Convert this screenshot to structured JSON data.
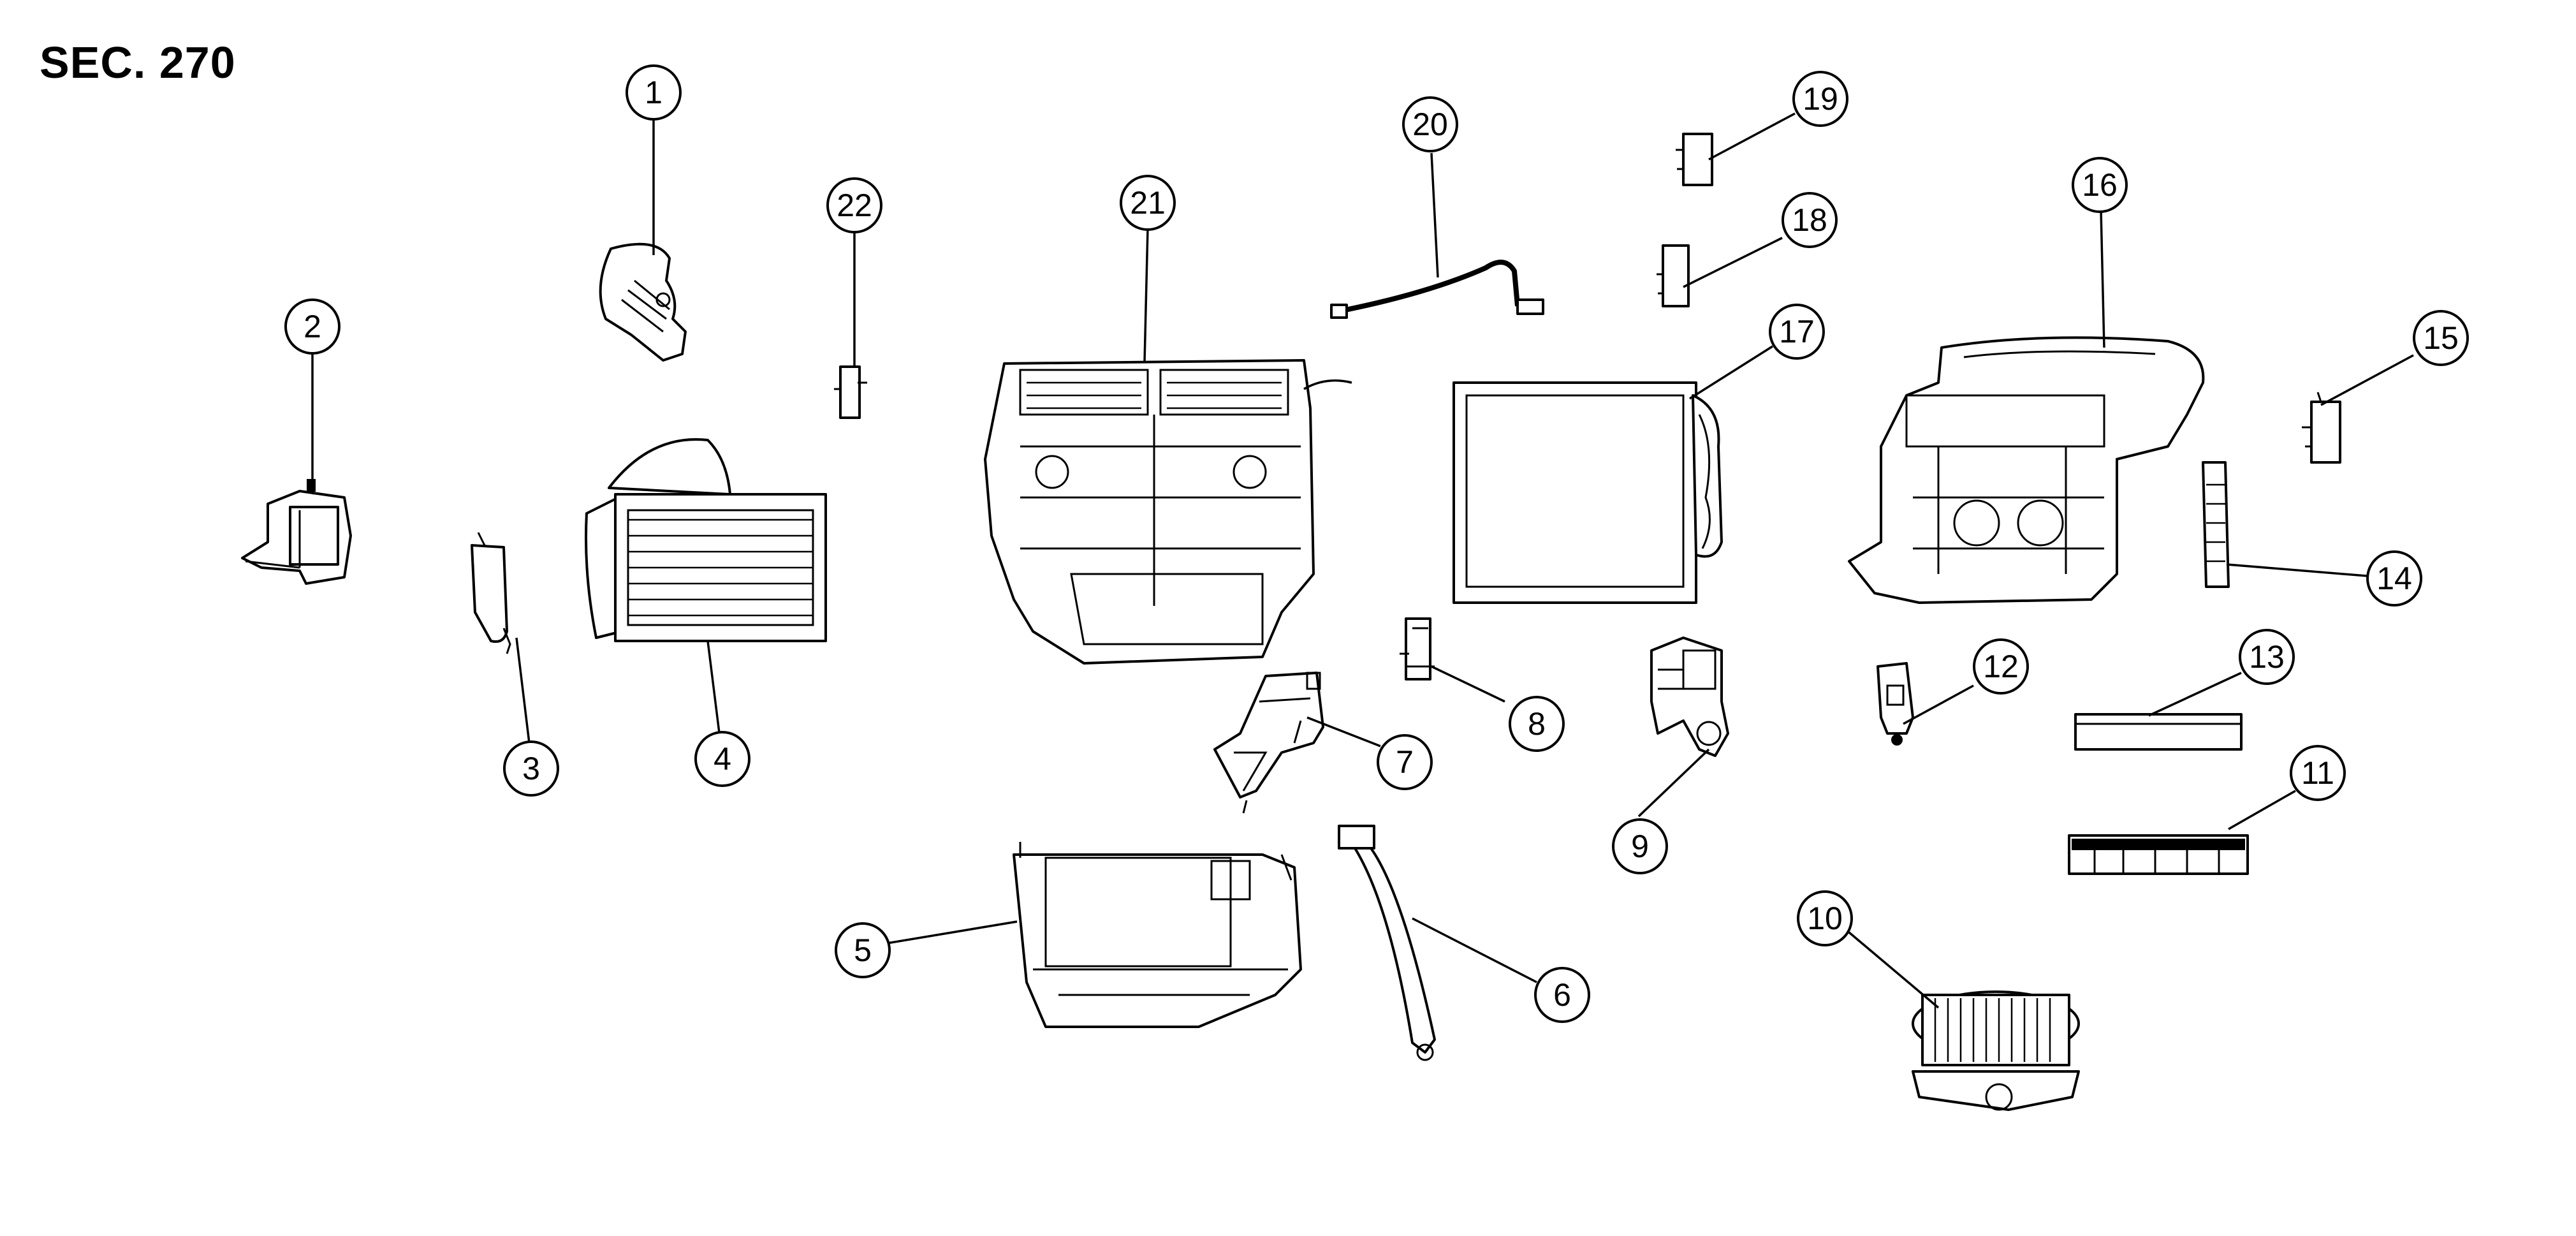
{
  "title": "SEC. 270",
  "callouts": [
    "1",
    "2",
    "3",
    "4",
    "5",
    "6",
    "7",
    "8",
    "9",
    "10",
    "11",
    "12",
    "13",
    "14",
    "15",
    "16",
    "17",
    "18",
    "19",
    "20",
    "21",
    "22"
  ]
}
